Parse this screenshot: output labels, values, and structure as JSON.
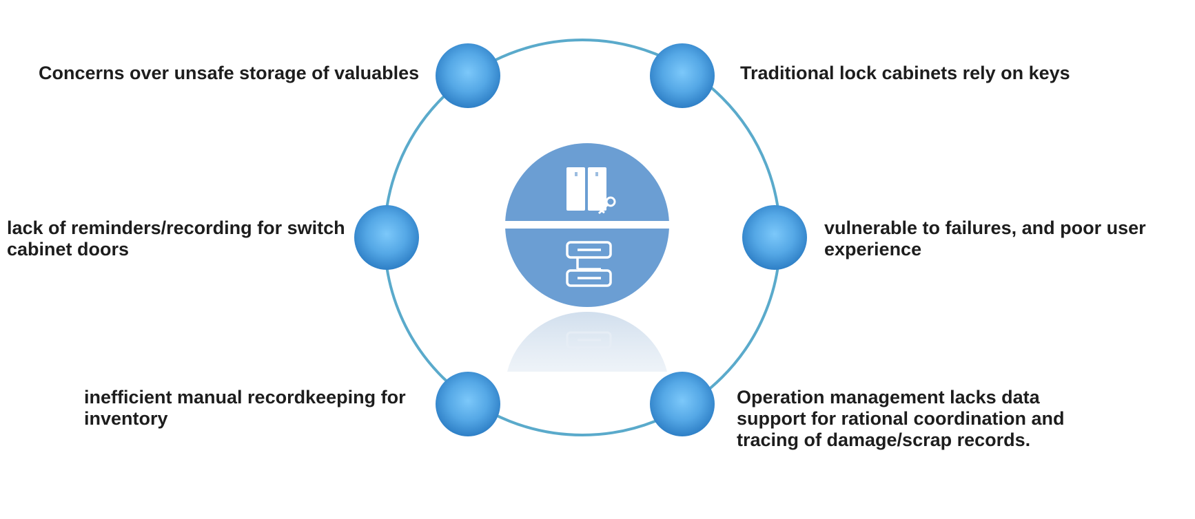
{
  "diagram": {
    "palette": {
      "ring": "#5aaacb",
      "node_light": "#72c0f5",
      "node_dark": "#2f80c8",
      "center_disc": "#6b9ed3",
      "text": "#1d1d1d"
    },
    "center_icons": [
      "cabinet-with-key-icon",
      "flow-blocks-icon"
    ],
    "labels": {
      "top_left": [
        "Concerns over unsafe storage of valuables"
      ],
      "top_right": [
        "Traditional lock cabinets rely on keys"
      ],
      "mid_left": [
        "lack of reminders/recording for switch",
        "cabinet doors"
      ],
      "mid_right": [
        "vulnerable to failures, and poor user",
        "experience"
      ],
      "bottom_left": [
        "inefficient manual recordkeeping for",
        "inventory"
      ],
      "bottom_right": [
        "Operation management lacks data",
        "support for rational coordination and",
        "tracing of damage/scrap records."
      ]
    }
  }
}
